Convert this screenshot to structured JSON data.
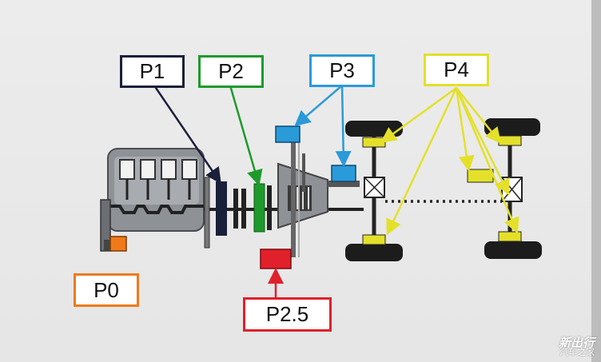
{
  "labels": {
    "p0": "P0",
    "p1": "P1",
    "p2": "P2",
    "p2_5": "P2.5",
    "p3": "P3",
    "p4": "P4"
  },
  "colors": {
    "p0": "#f07a1a",
    "p1": "#1a1f3a",
    "p2": "#1e9a2c",
    "p2_5": "#e0202a",
    "p3": "#2a9ad8",
    "p4": "#e4e02a"
  },
  "watermark": {
    "line1": "新出行",
    "line2": "汽车之家"
  }
}
